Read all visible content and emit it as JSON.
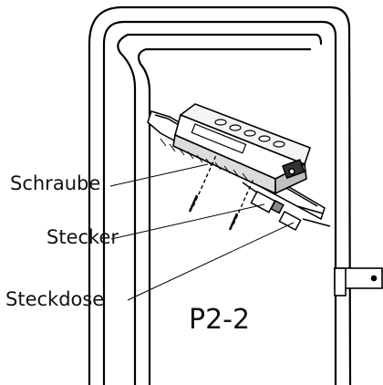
{
  "diagram": {
    "callouts": {
      "screw": "Schraube",
      "plug": "Stecker",
      "socket": "Steckdose"
    },
    "figure_label": "P2-2"
  }
}
